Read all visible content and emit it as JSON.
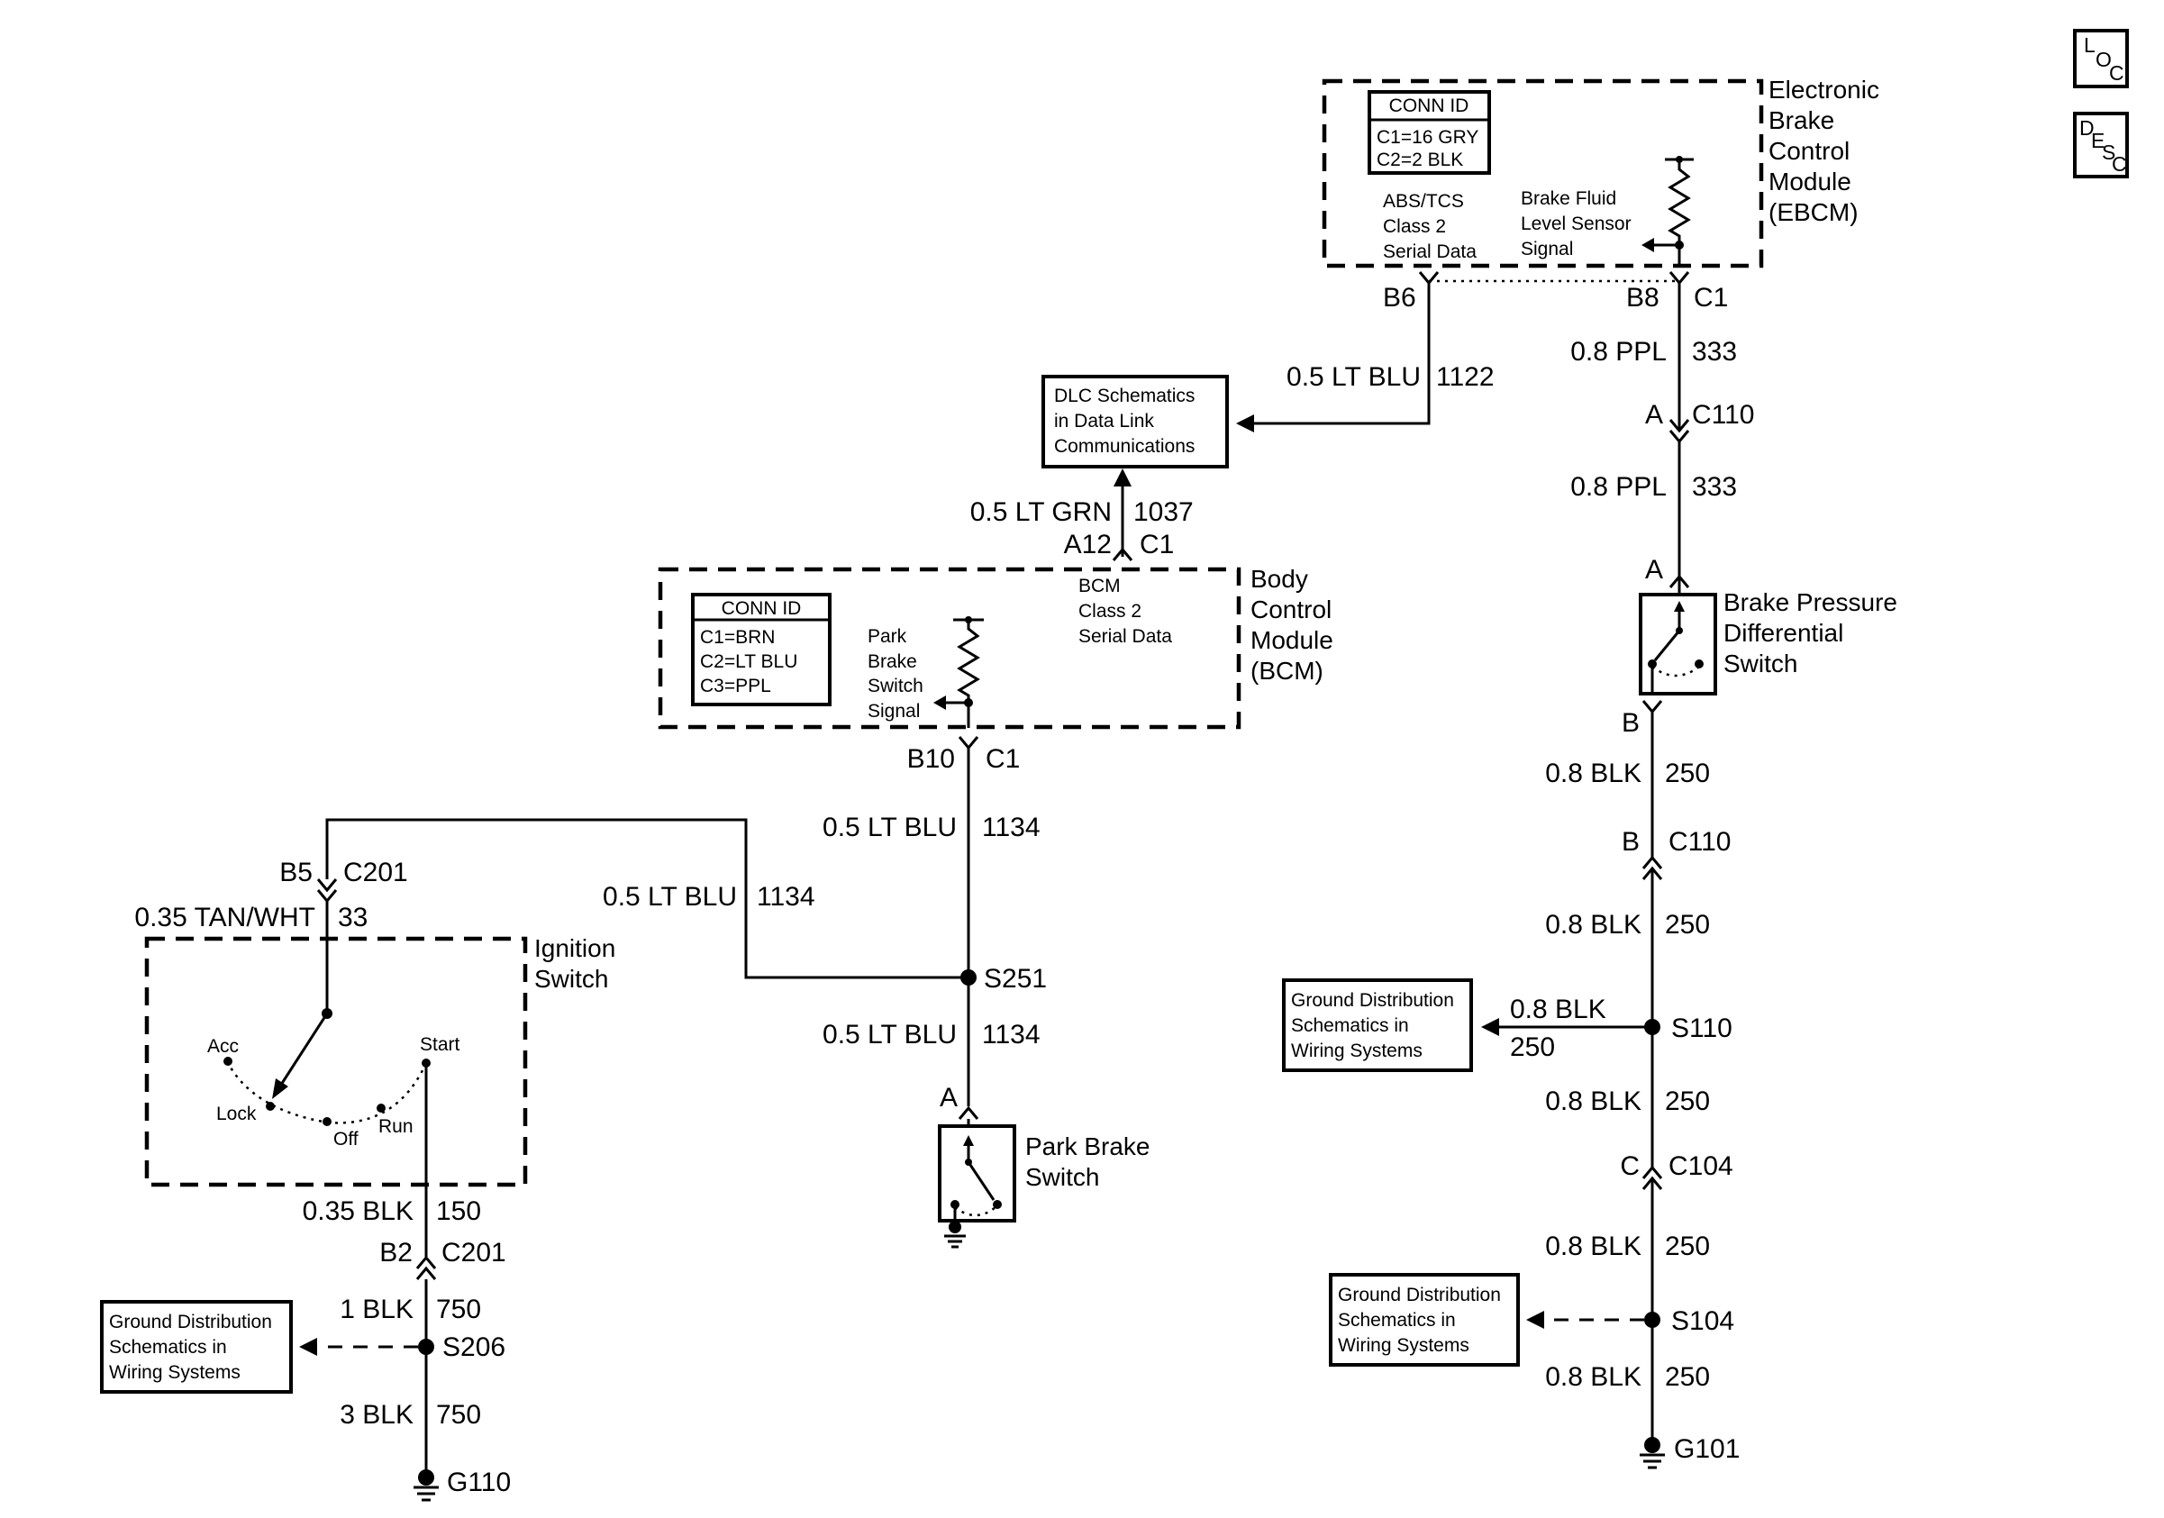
{
  "side_icons": {
    "loc": [
      "L",
      "O",
      "C"
    ],
    "desc": [
      "D",
      "E",
      "S",
      "C"
    ]
  },
  "ebcm": {
    "title": [
      "Electronic",
      "Brake",
      "Control",
      "Module",
      "(EBCM)"
    ],
    "conn_id": {
      "header": "CONN ID",
      "lines": [
        "C1=16 GRY",
        "C2=2 BLK"
      ]
    },
    "serial_label": [
      "ABS/TCS",
      "Class 2",
      "Serial Data"
    ],
    "sensor_label": [
      "Brake Fluid",
      "Level Sensor",
      "Signal"
    ],
    "pin_b6": "B6",
    "pin_b8": "B8",
    "conn_c1": "C1"
  },
  "dlc_box": [
    "DLC Schematics",
    "in Data Link",
    "Communications"
  ],
  "bcm": {
    "title": [
      "Body",
      "Control",
      "Module",
      "(BCM)"
    ],
    "conn_id": {
      "header": "CONN ID",
      "lines": [
        "C1=BRN",
        "C2=LT BLU",
        "C3=PPL"
      ]
    },
    "signal_label": [
      "Park",
      "Brake",
      "Switch",
      "Signal"
    ],
    "serial_label": [
      "BCM",
      "Class 2",
      "Serial Data"
    ],
    "pin_a12": "A12",
    "pin_b10": "B10",
    "conn_c1": "C1"
  },
  "ignition_switch": {
    "title": [
      "Ignition",
      "Switch"
    ],
    "positions": {
      "acc": "Acc",
      "lock": "Lock",
      "off": "Off",
      "run": "Run",
      "start": "Start"
    }
  },
  "park_brake_switch": {
    "title": [
      "Park Brake",
      "Switch"
    ],
    "pin": "A"
  },
  "brake_pressure_switch": {
    "title": [
      "Brake Pressure",
      "Differential",
      "Switch"
    ],
    "pin_a": "A",
    "pin_b": "B"
  },
  "ground_boxes": {
    "line1": "Ground Distribution",
    "line2": "Schematics in",
    "line3": "Wiring Systems"
  },
  "wires": {
    "w1122": {
      "gauge": "0.5 LT BLU",
      "circuit": "1122"
    },
    "w1037": {
      "gauge": "0.5 LT GRN",
      "circuit": "1037"
    },
    "w1134_top": {
      "gauge": "0.5 LT BLU",
      "circuit": "1134"
    },
    "w1134_left": {
      "gauge": "0.5 LT BLU",
      "circuit": "1134"
    },
    "w1134_bot": {
      "gauge": "0.5 LT BLU",
      "circuit": "1134"
    },
    "w33": {
      "gauge": "0.35 TAN/WHT",
      "circuit": "33"
    },
    "w150": {
      "gauge": "0.35 BLK",
      "circuit": "150"
    },
    "w750_top": {
      "gauge": "1 BLK",
      "circuit": "750"
    },
    "w750_bot": {
      "gauge": "3 BLK",
      "circuit": "750"
    },
    "w333_top": {
      "gauge": "0.8 PPL",
      "circuit": "333"
    },
    "w333_bot": {
      "gauge": "0.8 PPL",
      "circuit": "333"
    },
    "w250_1": {
      "gauge": "0.8 BLK",
      "circuit": "250"
    },
    "w250_2": {
      "gauge": "0.8 BLK",
      "circuit": "250"
    },
    "w250_branch": {
      "gauge": "0.8 BLK",
      "circuit": "250"
    },
    "w250_3": {
      "gauge": "0.8 BLK",
      "circuit": "250"
    },
    "w250_4": {
      "gauge": "0.8 BLK",
      "circuit": "250"
    },
    "w250_5": {
      "gauge": "0.8 BLK",
      "circuit": "250"
    }
  },
  "connectors": {
    "c201_top": {
      "pin": "B5",
      "name": "C201"
    },
    "c201_bot": {
      "pin": "B2",
      "name": "C201"
    },
    "c110_a": {
      "pin": "A",
      "name": "C110"
    },
    "c110_b": {
      "pin": "B",
      "name": "C110"
    },
    "c104": {
      "pin": "C",
      "name": "C104"
    }
  },
  "splices": {
    "s251": "S251",
    "s206": "S206",
    "s110": "S110",
    "s104": "S104"
  },
  "grounds": {
    "g110": "G110",
    "g101": "G101"
  }
}
